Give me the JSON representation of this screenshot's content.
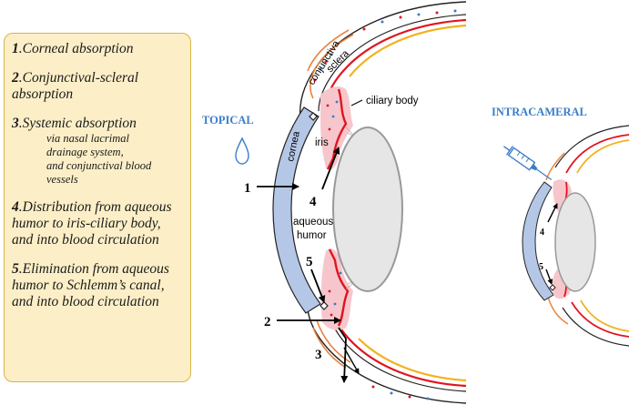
{
  "legend": {
    "items": [
      {
        "number": "1",
        "title": ".Corneal absorption",
        "sub": []
      },
      {
        "number": "2",
        "title": ".Conjunctival-scleral absorption",
        "sub": []
      },
      {
        "number": "3",
        "title": ".Systemic absorption",
        "sub": [
          "via nasal lacrimal",
          "drainage system,",
          "and conjunctival blood",
          "vessels"
        ]
      },
      {
        "number": "4",
        "title": ".Distribution from aqueous humor to iris-ciliary body, and into blood circulation",
        "sub": []
      },
      {
        "number": "5",
        "title": ".Elimination from aqueous humor to Schlemm’s canal, and into blood circulation",
        "sub": []
      }
    ]
  },
  "topical": {
    "heading": "TOPICAL",
    "labels": {
      "conjunctiva": "conjunctiva",
      "sclera": "sclera",
      "ciliary_body": "ciliary body",
      "cornea": "cornea",
      "iris": "iris",
      "aqueous_humor_1": "aqueous",
      "aqueous_humor_2": "humor"
    },
    "route_numbers": {
      "n1": "1",
      "n2": "2",
      "n3": "3",
      "n4": "4",
      "n5": "5"
    }
  },
  "intracameral": {
    "heading": "INTRACAMERAL",
    "route_numbers": {
      "n4": "4",
      "n5": "5"
    }
  },
  "colors": {
    "heading": "#3a7dc9",
    "cornea_fill": "#b5c7e6",
    "sclera_outline": "#222222",
    "ciliary_red": "#e0141e",
    "ciliary_pink": "#f6c6cc",
    "conjunctiva_orange": "#e8823c",
    "choroid_yellow": "#f2b21c",
    "lens_fill": "#e6e6e6",
    "legend_bg": "#fcefc7",
    "legend_border": "#d9b44a"
  }
}
